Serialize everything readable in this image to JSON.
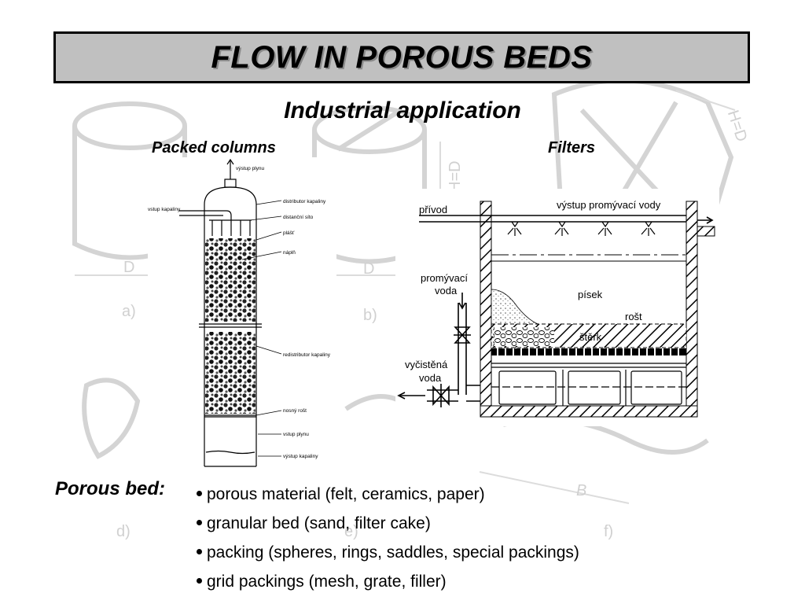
{
  "slide": {
    "title": "FLOW IN POROUS BEDS",
    "subtitle": "Industrial application"
  },
  "packed_columns": {
    "heading": "Packed columns",
    "labels": {
      "gas_out": "výstup plynu",
      "liquid_in": "vstup kapaliny",
      "distributor": "distributor kapaliny",
      "mesh": "distanční síto",
      "shell": "plášť",
      "packing": "náplň",
      "redistributor": "redistributor kapaliny",
      "grate": "nosný rošt",
      "gas_in": "vstup plynu",
      "liquid_out": "výstup kapaliny"
    }
  },
  "filters": {
    "heading": "Filters",
    "labels": {
      "inlet": "přívod",
      "wash_out": "výstup promývací vody",
      "wash_water_1": "promývací",
      "wash_water_2": "voda",
      "sand": "písek",
      "grate": "rošt",
      "gravel": "štěrk",
      "clean_water_1": "vyčistěná",
      "clean_water_2": "voda"
    }
  },
  "background_figure": {
    "labels": [
      "D",
      "D",
      "H=D",
      "H=D",
      "a)",
      "b)",
      "d)",
      "e)",
      "f)",
      "B"
    ]
  },
  "porous_bed": {
    "label": "Porous bed:",
    "items": [
      "porous material (felt, ceramics, paper)",
      "granular bed (sand, filter cake)",
      "packing (spheres, rings, saddles, special packings)",
      "grid packings (mesh, grate, filler)"
    ]
  },
  "colors": {
    "title_bg": "#c0c0c0",
    "watermark": "#d4d4d4",
    "ink": "#000000"
  }
}
